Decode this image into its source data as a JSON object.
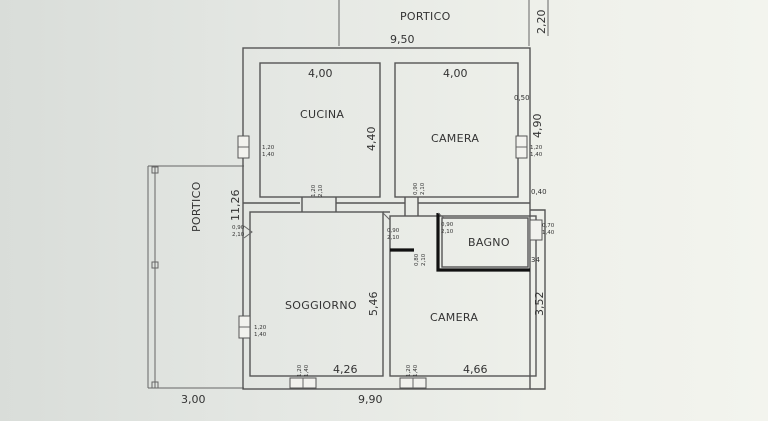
{
  "rooms": {
    "cucina": "CUCINA",
    "camera_top": "CAMERA",
    "bagno": "BAGNO",
    "soggiorno": "SOGGIORNO",
    "camera_bottom": "CAMERA",
    "portico_top": "PORTICO",
    "portico_left": "PORTICO"
  },
  "dimensions": {
    "cucina_width": "4,00",
    "camera_top_width": "4,00",
    "portico_top_width": "9,50",
    "portico_top_depth": "2,20",
    "cucina_height": "4,40",
    "camera_top_height": "4,90",
    "left_total": "11,26",
    "soggiorno_height": "5,46",
    "camera_bottom_height": "3,52",
    "soggiorno_width": "4,26",
    "camera_bottom_width": "4,66",
    "total_width": "9,90",
    "portico_left_width": "3,00",
    "bagno_wall": "0,40",
    "right_small": "0,50",
    "bagno_side": "34"
  },
  "openings": {
    "cucina_window": [
      "1,20",
      "1,40"
    ],
    "cucina_door": [
      "1,20",
      "2,10"
    ],
    "camera_top_window": [
      "1,20",
      "1,40"
    ],
    "camera_top_door": [
      "0,90",
      "2,10"
    ],
    "entrance_door": [
      "0,90",
      "2,10"
    ],
    "soggiorno_door": [
      "0,90",
      "2,10"
    ],
    "bagno_door_a": [
      "0,90",
      "2,10"
    ],
    "bagno_door_b": [
      "0,80",
      "2,10"
    ],
    "bagno_window": [
      "0,70",
      "1,40"
    ],
    "soggiorno_window_left": [
      "1,20",
      "1,40"
    ],
    "soggiorno_window_bottom": [
      "1,20",
      "1,40"
    ],
    "camera_bottom_window": [
      "1,20",
      "1,40"
    ]
  }
}
